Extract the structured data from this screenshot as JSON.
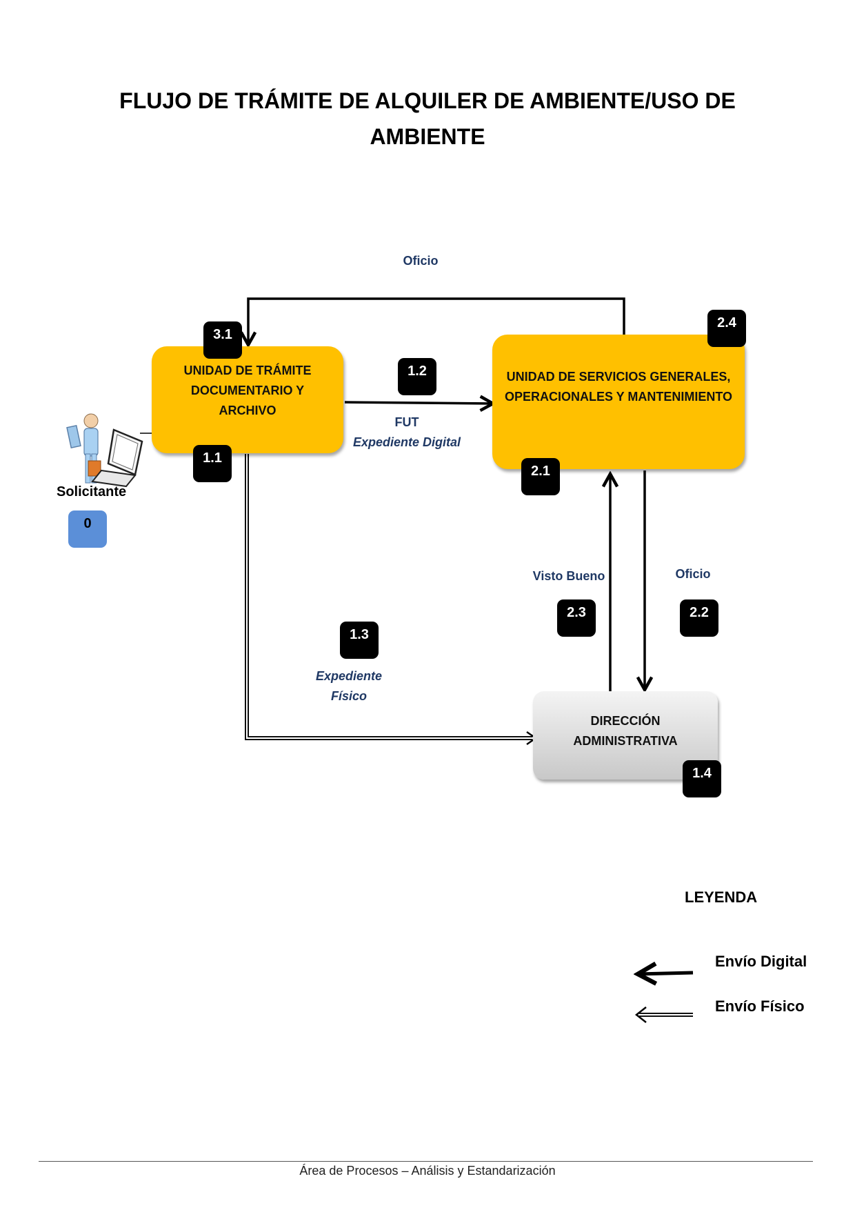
{
  "title_line1": "FLUJO DE TRÁMITE DE ALQUILER DE AMBIENTE/USO DE",
  "title_line2": "AMBIENTE",
  "nodes": {
    "utda": "UNIDAD DE TRÁMITE DOCUMENTARIO Y ARCHIVO",
    "usgom": "UNIDAD DE SERVICIOS GENERALES, OPERACIONALES Y MANTENIMIENTO",
    "da": "DIRECCIÓN ADMINISTRATIVA",
    "solicitante": "Solicitante"
  },
  "badges": {
    "b0": "0",
    "b11": "1.1",
    "b12": "1.2",
    "b13": "1.3",
    "b14": "1.4",
    "b21": "2.1",
    "b22": "2.2",
    "b23": "2.3",
    "b24": "2.4",
    "b31": "3.1"
  },
  "labels": {
    "oficio_top": "Oficio",
    "fut": "FUT",
    "exp_digital": "Expediente Digital",
    "visto_bueno": "Visto Bueno",
    "oficio_right": "Oficio",
    "exp_fisico_1": "Expediente",
    "exp_fisico_2": "Físico"
  },
  "legend": {
    "title": "LEYENDA",
    "digital": "Envío Digital",
    "fisico": "Envío Físico"
  },
  "footer": "Área de Procesos – Análisis y Estandarización",
  "colors": {
    "yellow_box": "#ffc000",
    "grey_box": "#d9d9d9",
    "label_blue": "#1f3864",
    "badge_blue": "#5b8fd8"
  }
}
